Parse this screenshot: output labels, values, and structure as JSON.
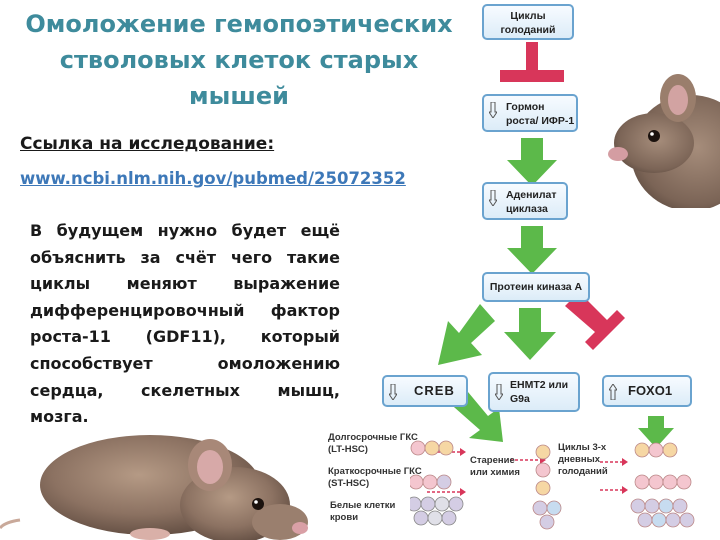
{
  "title": "Омоложение гемопоэтических стволовых клеток старых мышей",
  "reference": {
    "label": "Ссылка на исследование:",
    "url": "www.ncbi.nlm.nih.gov/pubmed/25072352"
  },
  "body_text": "В будущем нужно будет ещё объяснить за счёт чего такие циклы меняют выражение дифференцировочный фактор роста-11 (GDF11), который способствует омоложению сердца, скелетных мышц, мозга.",
  "diagram": {
    "node_fasting": "Циклы голоданий",
    "node_growth_hormone": "Гормон роста/ ИФР-1",
    "node_adenylate": "Аденилат циклаза",
    "node_pka": "Протеин киназа А",
    "node_creb": "CREB",
    "node_ehmt2": "ЕНМТ2 или G9a",
    "node_foxo1": "FOXO1",
    "label_lt_hsc": "Долгосрочные ГКС (LT-HSC)",
    "label_st_hsc": "Краткосрочные ГКС (ST-HSC)",
    "label_white_cells": "Белые клетки крови",
    "label_aging": "Старение или химия",
    "label_cycles_3day": "Циклы 3-х дневных голоданий"
  },
  "colors": {
    "title": "#3e8b9c",
    "link": "#3d78b8",
    "activation_arrow": "#5cb94a",
    "inhibition_arrow": "#d8365a",
    "box_border": "#6aa3cf",
    "cell_pink": "#f4c6cf",
    "cell_orange": "#f6d7a4",
    "cell_lilac": "#d4cde4",
    "cell_blue": "#c7dcf0"
  }
}
